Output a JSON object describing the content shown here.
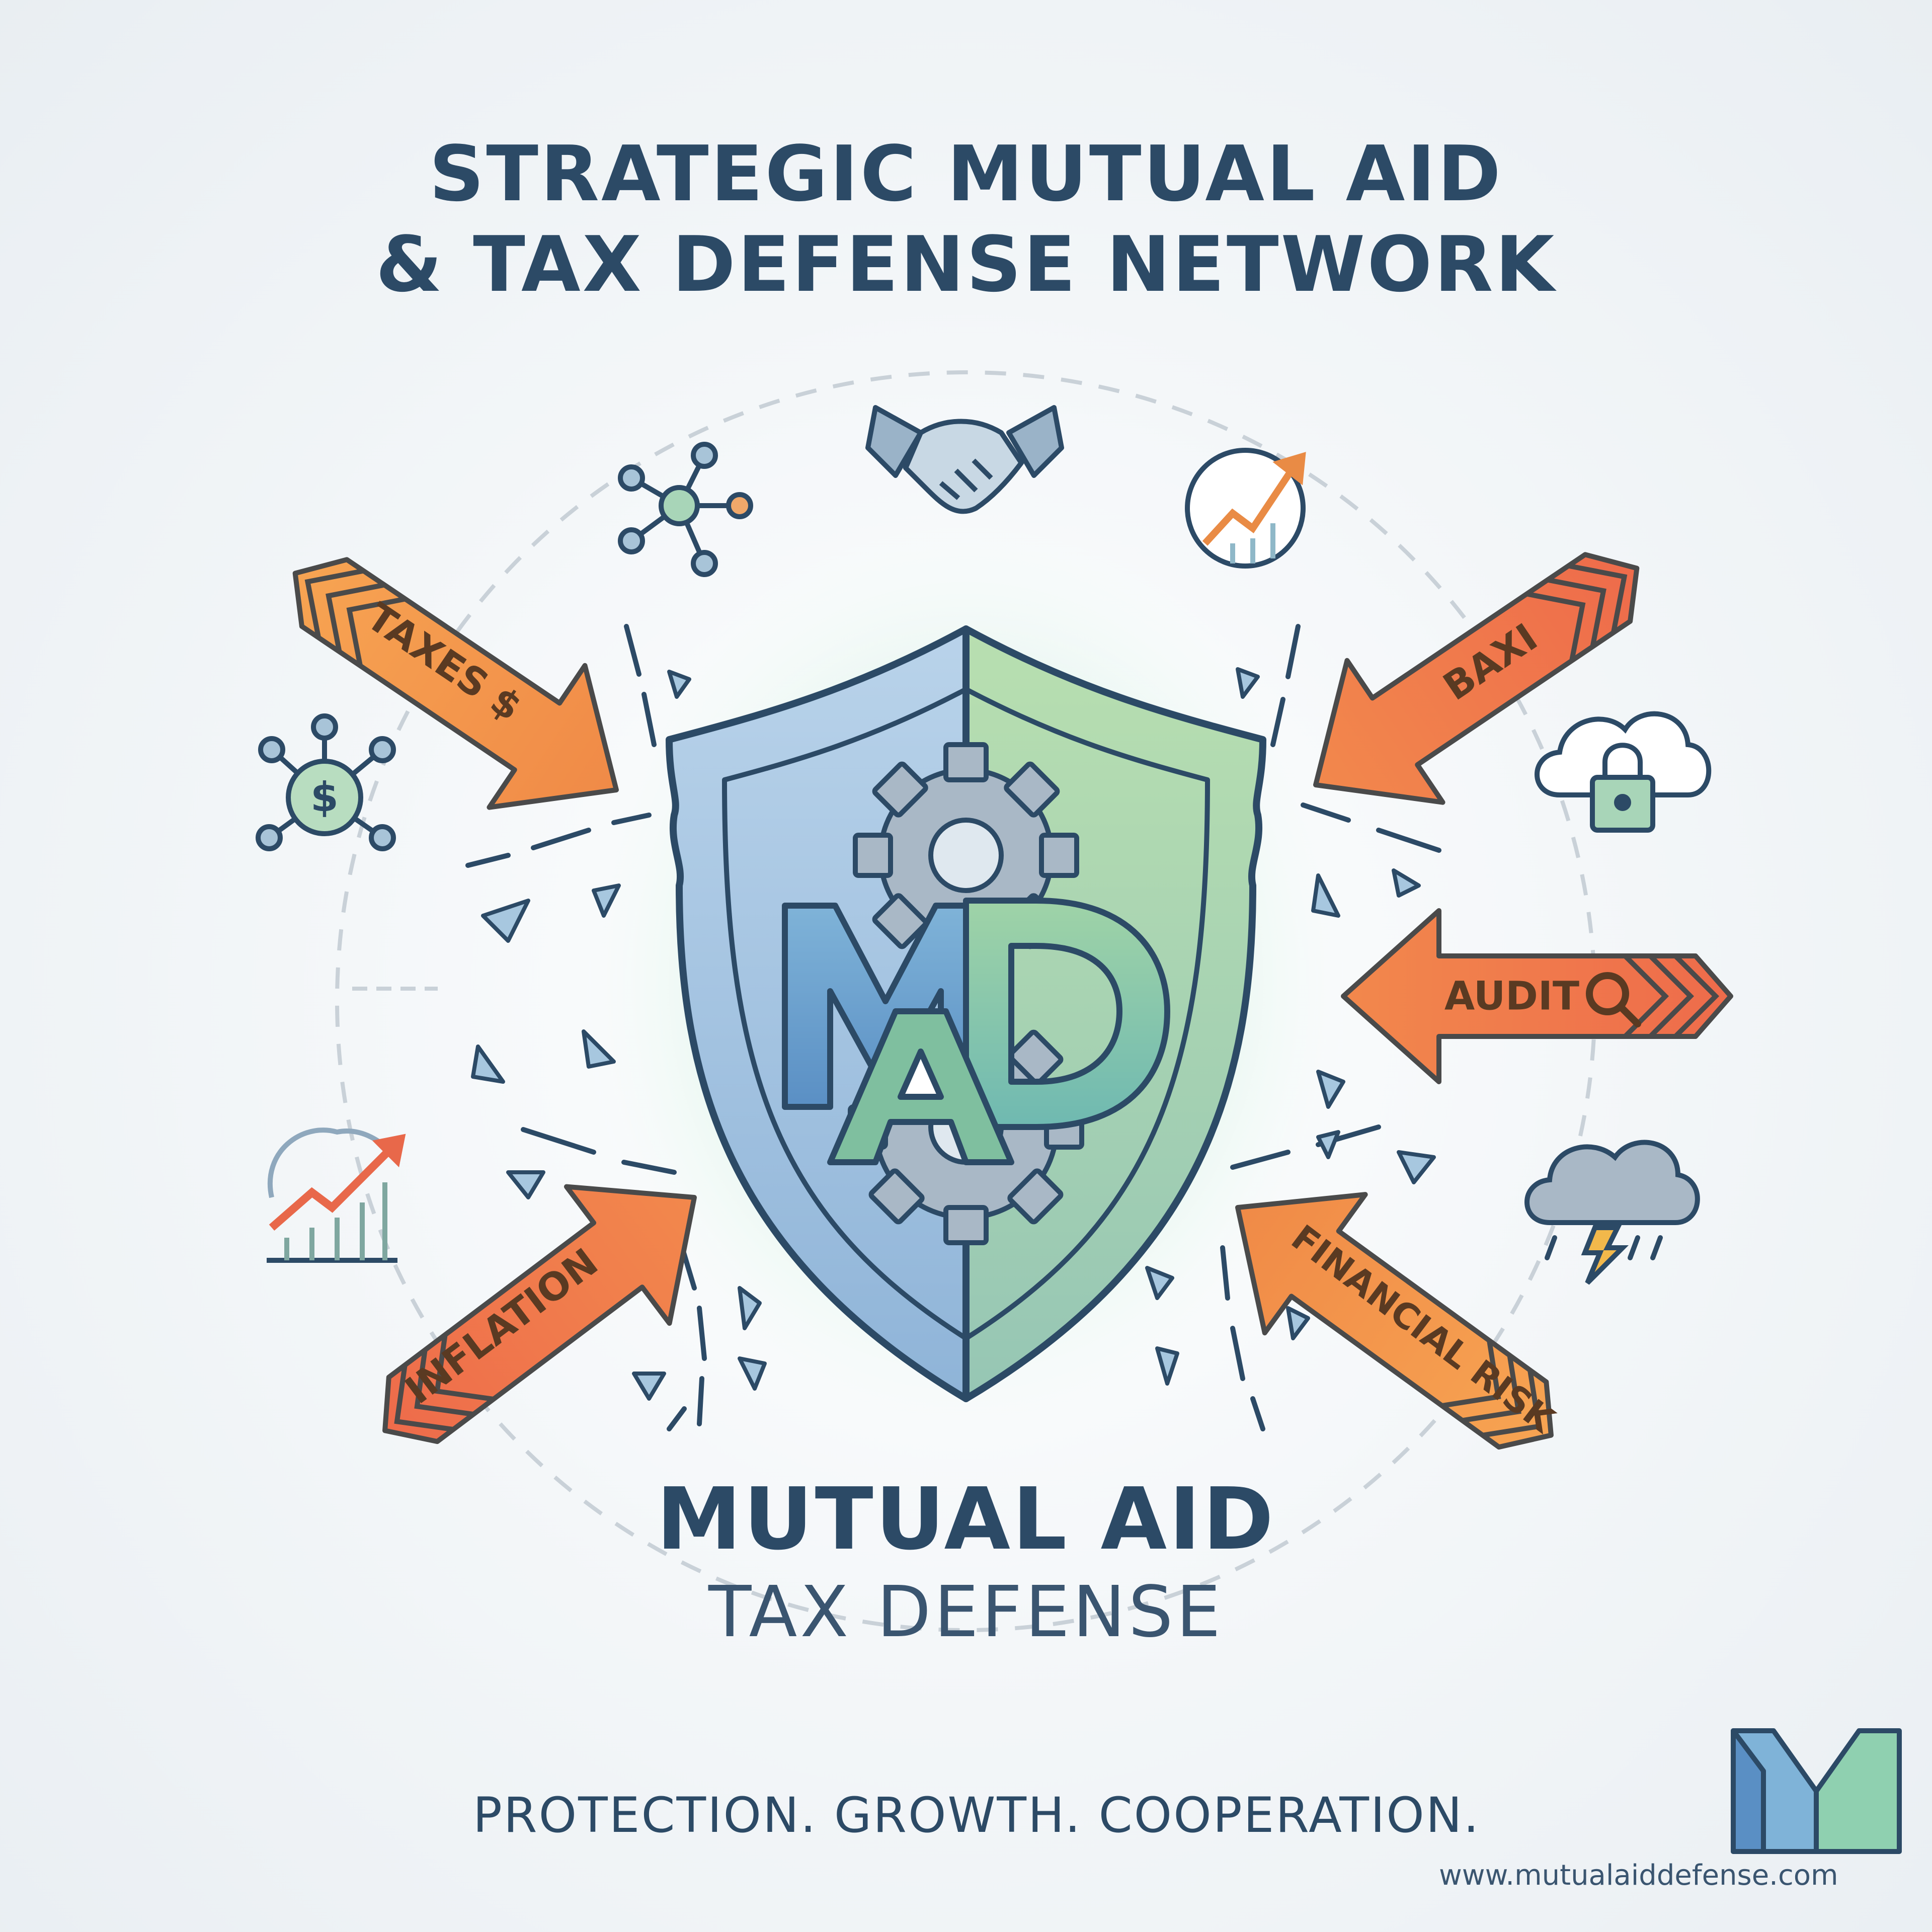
{
  "header": {
    "title_line_1": "STRATEGIC MUTUAL AID",
    "title_line_2": "& TAX DEFENSE NETWORK"
  },
  "shield": {
    "emblem_letters": "MAD",
    "icon": "shield-gear-emblem-icon"
  },
  "threats": [
    {
      "label": "TAXES $",
      "icon": "arrow-icon"
    },
    {
      "label": "BAXI",
      "icon": "arrow-icon"
    },
    {
      "label": "AUDIT",
      "icon": "magnifier-icon"
    },
    {
      "label": "INFLATION",
      "icon": "arrow-icon"
    },
    {
      "label": "FINANCIAL RISK",
      "icon": "arrow-icon"
    }
  ],
  "icons": {
    "top": [
      "network-nodes-icon",
      "handshake-icon",
      "growth-chart-icon"
    ],
    "left": [
      "dollar-network-icon",
      "rising-chart-icon"
    ],
    "right": [
      "cloud-lock-icon",
      "storm-cloud-icon"
    ],
    "dollar_sign": "$"
  },
  "brand": {
    "name": "MUTUAL AID",
    "subtitle": "TAX DEFENSE"
  },
  "footer": {
    "tagline": "PROTECTION. GROWTH. COOPERATION.",
    "website": "www.mutualaiddefense.com",
    "logo_letter": "M"
  },
  "colors": {
    "navy": "#2c4a66",
    "orange": "#f0a04b",
    "red_orange": "#e8684a",
    "shield_blue": "#9fc1df",
    "shield_green": "#a9d6a6",
    "icon_teal": "#6fa89a"
  }
}
